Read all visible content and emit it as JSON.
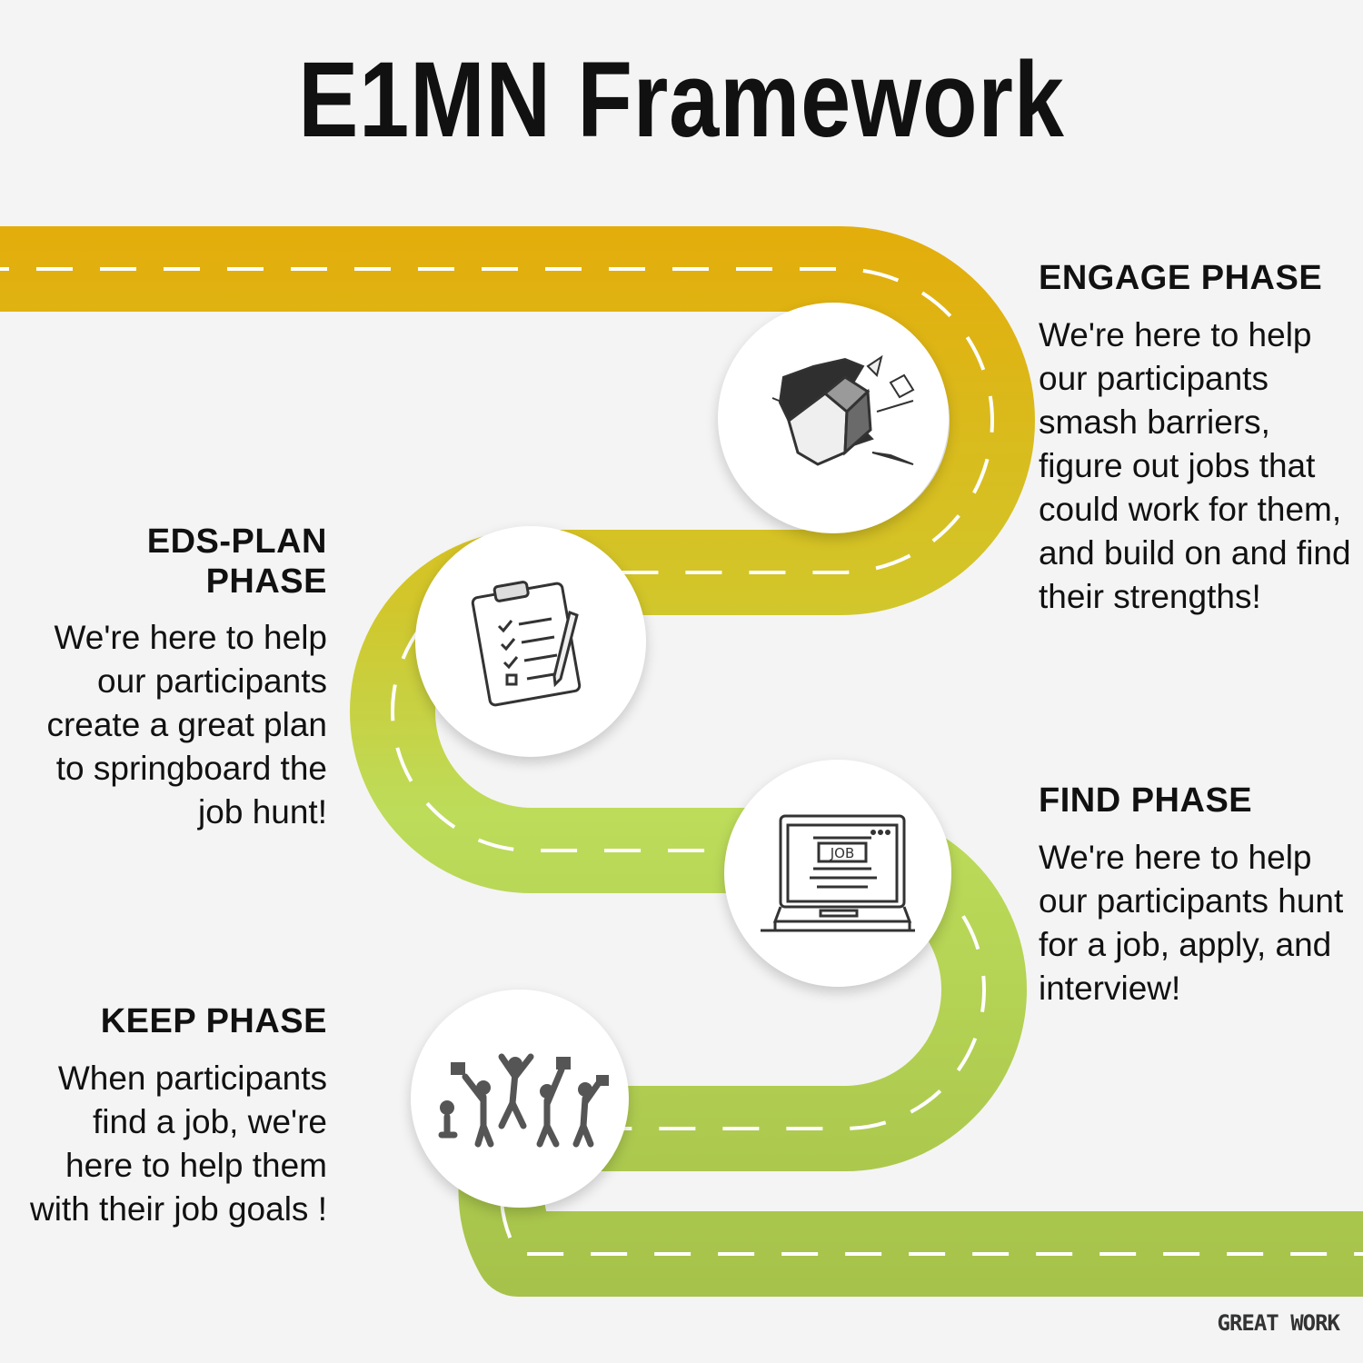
{
  "title": "E1MN Framework",
  "colors": {
    "road_start": "#e3ad0b",
    "road_mid": "#c9d836",
    "road_end": "#a8c34a",
    "background": "#f4f4f4"
  },
  "phases": [
    {
      "title": "ENGAGE PHASE",
      "description": "We're here to help our participants smash barriers, figure out jobs that could work for them, and build on and find their strengths!",
      "icon": "broken-wall-icon"
    },
    {
      "title": "EDS-PLAN PHASE",
      "description": "We're here to help our participants create a great plan to springboard the job hunt!",
      "icon": "clipboard-checklist-icon"
    },
    {
      "title": "FIND PHASE",
      "description": "We're here to help our participants hunt for a job, apply, and interview!",
      "icon": "laptop-job-icon"
    },
    {
      "title": "KEEP PHASE",
      "description": "When participants find a job, we're here to help them with their job goals !",
      "icon": "celebrating-people-icon"
    }
  ],
  "brand": "GREAT WORK"
}
